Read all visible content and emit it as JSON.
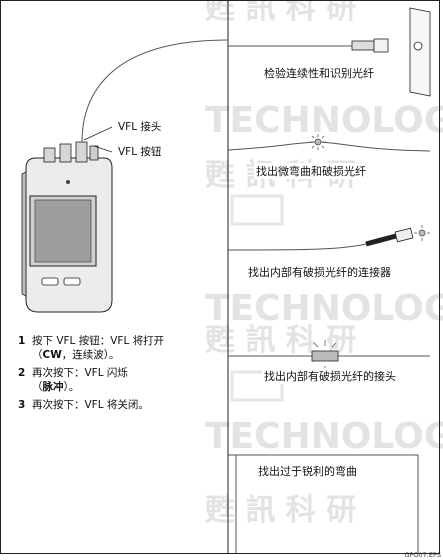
{
  "callouts": {
    "vfl_connector": "VFL 接头",
    "vfl_button": "VFL 按钮"
  },
  "steps": [
    {
      "num": "1",
      "lines": [
        "按下 VFL 按钮：VFL 将打开",
        "（CW，连续波）。"
      ],
      "bold": "CW"
    },
    {
      "num": "2",
      "lines": [
        "再次按下：VFL 闪烁",
        "（脉冲）。"
      ],
      "bold": "脉冲"
    },
    {
      "num": "3",
      "lines": [
        "再次按下：VFL 将关闭。"
      ]
    }
  ],
  "panels": [
    "检验连续性和识别光纤",
    "找出微弯曲和破损光纤",
    "找出内部有破损光纤的连接器",
    "找出内部有破损光纤的接头",
    "找出过于锐利的弯曲"
  ],
  "watermark": {
    "brand_cjk": "甦 訊 科 研",
    "brand_latin": "TECHNOLOGY"
  },
  "figure_code": "GPO07.EPS"
}
